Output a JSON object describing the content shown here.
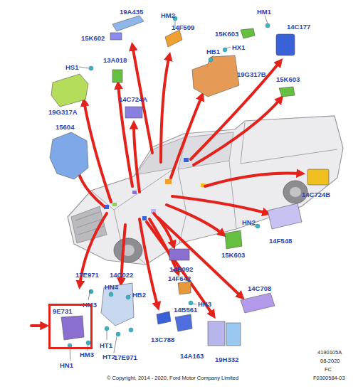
{
  "diagram": {
    "nodes": [
      {
        "text": [
          "9E731"
        ]
      }
    ],
    "labels": [
      "19A435",
      "15K602",
      "HM2",
      "14F509",
      "HM1",
      "15K603",
      "14C177",
      "HX1",
      "HB1",
      "HS1",
      "13A018",
      "19G317B",
      "15K603",
      "19G317A",
      "14C724A",
      "15604",
      "14C724B",
      "HN2",
      "14F548",
      "15K603",
      "14B092",
      "17E971",
      "14C022",
      "HM3",
      "HN4",
      "HB2",
      "14F642",
      "14C708",
      "HN3",
      "14B561",
      "13C788",
      "HT1",
      "17E971",
      "19H332",
      "14A163",
      "HM3",
      "HT2",
      "HN1",
      "4190105A",
      "08-2020",
      "FC",
      "F0300584-03",
      "© Copyright, 2014 - 2020, Ford Motor Company Limited"
    ]
  }
}
